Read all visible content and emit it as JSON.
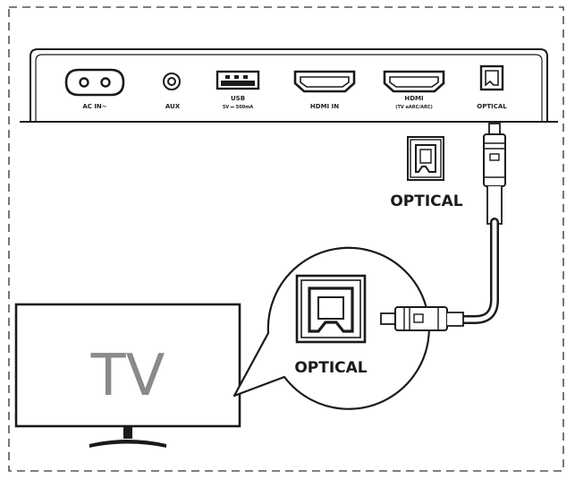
{
  "soundbar": {
    "ports": [
      {
        "id": "ac-in",
        "label": "AC IN~",
        "sublabel": ""
      },
      {
        "id": "aux",
        "label": "AUX",
        "sublabel": ""
      },
      {
        "id": "usb",
        "label": "USB",
        "sublabel": "5V ⎓ 500mA"
      },
      {
        "id": "hdmi-in",
        "label": "HDMI IN",
        "sublabel": ""
      },
      {
        "id": "hdmi-arc",
        "label": "HDMI",
        "sublabel": "(TV eARC/ARC)"
      },
      {
        "id": "optical",
        "label": "OPTICAL",
        "sublabel": ""
      }
    ]
  },
  "callout_top": {
    "label": "OPTICAL"
  },
  "callout_bubble": {
    "label": "OPTICAL"
  },
  "tv": {
    "label": "TV"
  },
  "colors": {
    "line": "#1a1a1a",
    "border_dash": "#555555",
    "tv_text": "#8a8a8a"
  }
}
